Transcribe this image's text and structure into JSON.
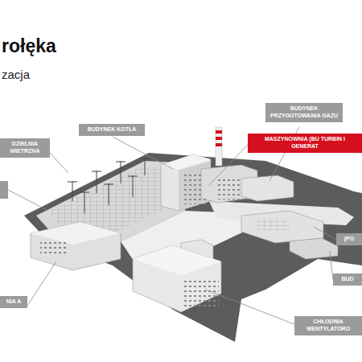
{
  "diagram": {
    "title": "rołęka",
    "caption": "zacja",
    "nodes": [
      {
        "text": [
          "BUDYNEK PRZYGOTOWANIA GAZU"
        ]
      },
      {
        "text": [
          "BUDYNEK KOTŁA"
        ]
      },
      {
        "text": [
          "MASZYNOWNIA (BU TURBIN I GENERAT"
        ]
      },
      {
        "text": [
          "DZIELNIA WIETRZNA"
        ]
      },
      {
        "text": [
          "(PO"
        ]
      },
      {
        "text": [
          "BUD"
        ]
      },
      {
        "text": [
          "NIA A"
        ]
      },
      {
        "text": [
          "CHŁODNIA WENTYLATORO"
        ]
      }
    ]
  }
}
